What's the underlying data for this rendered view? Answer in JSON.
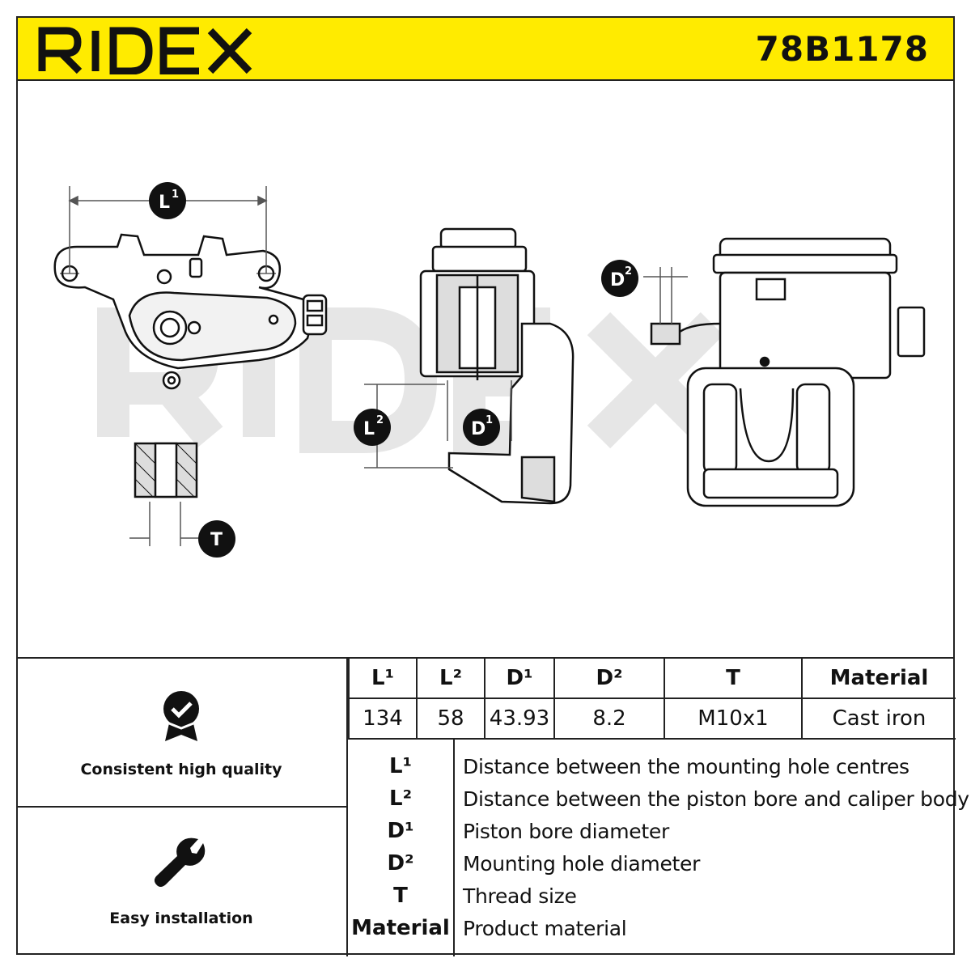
{
  "brand": {
    "name": "RIDEX",
    "accent": "#ffeb00"
  },
  "part_number": "78B1178",
  "drawing": {
    "badges": {
      "l1": {
        "main": "L",
        "sup": "1"
      },
      "l2": {
        "main": "L",
        "sup": "2"
      },
      "d1": {
        "main": "D",
        "sup": "1"
      },
      "d2": {
        "main": "D",
        "sup": "2"
      },
      "t": {
        "main": "T",
        "sup": ""
      }
    }
  },
  "features": [
    {
      "label": "Consistent high quality",
      "icon": "quality-badge-icon"
    },
    {
      "label": "Easy installation",
      "icon": "wrench-icon"
    }
  ],
  "specs": {
    "headers": [
      "L¹",
      "L²",
      "D¹",
      "D²",
      "T",
      "Material"
    ],
    "values": [
      "134",
      "58",
      "43.93",
      "8.2",
      "M10x1",
      "Cast iron"
    ]
  },
  "legend": [
    {
      "symbol": "L¹",
      "description": "Distance between the mounting hole centres"
    },
    {
      "symbol": "L²",
      "description": "Distance between the piston bore and caliper body"
    },
    {
      "symbol": "D¹",
      "description": "Piston bore diameter"
    },
    {
      "symbol": "D²",
      "description": "Mounting hole diameter"
    },
    {
      "symbol": "T",
      "description": "Thread size"
    },
    {
      "symbol": "Material",
      "description": "Product material"
    }
  ]
}
